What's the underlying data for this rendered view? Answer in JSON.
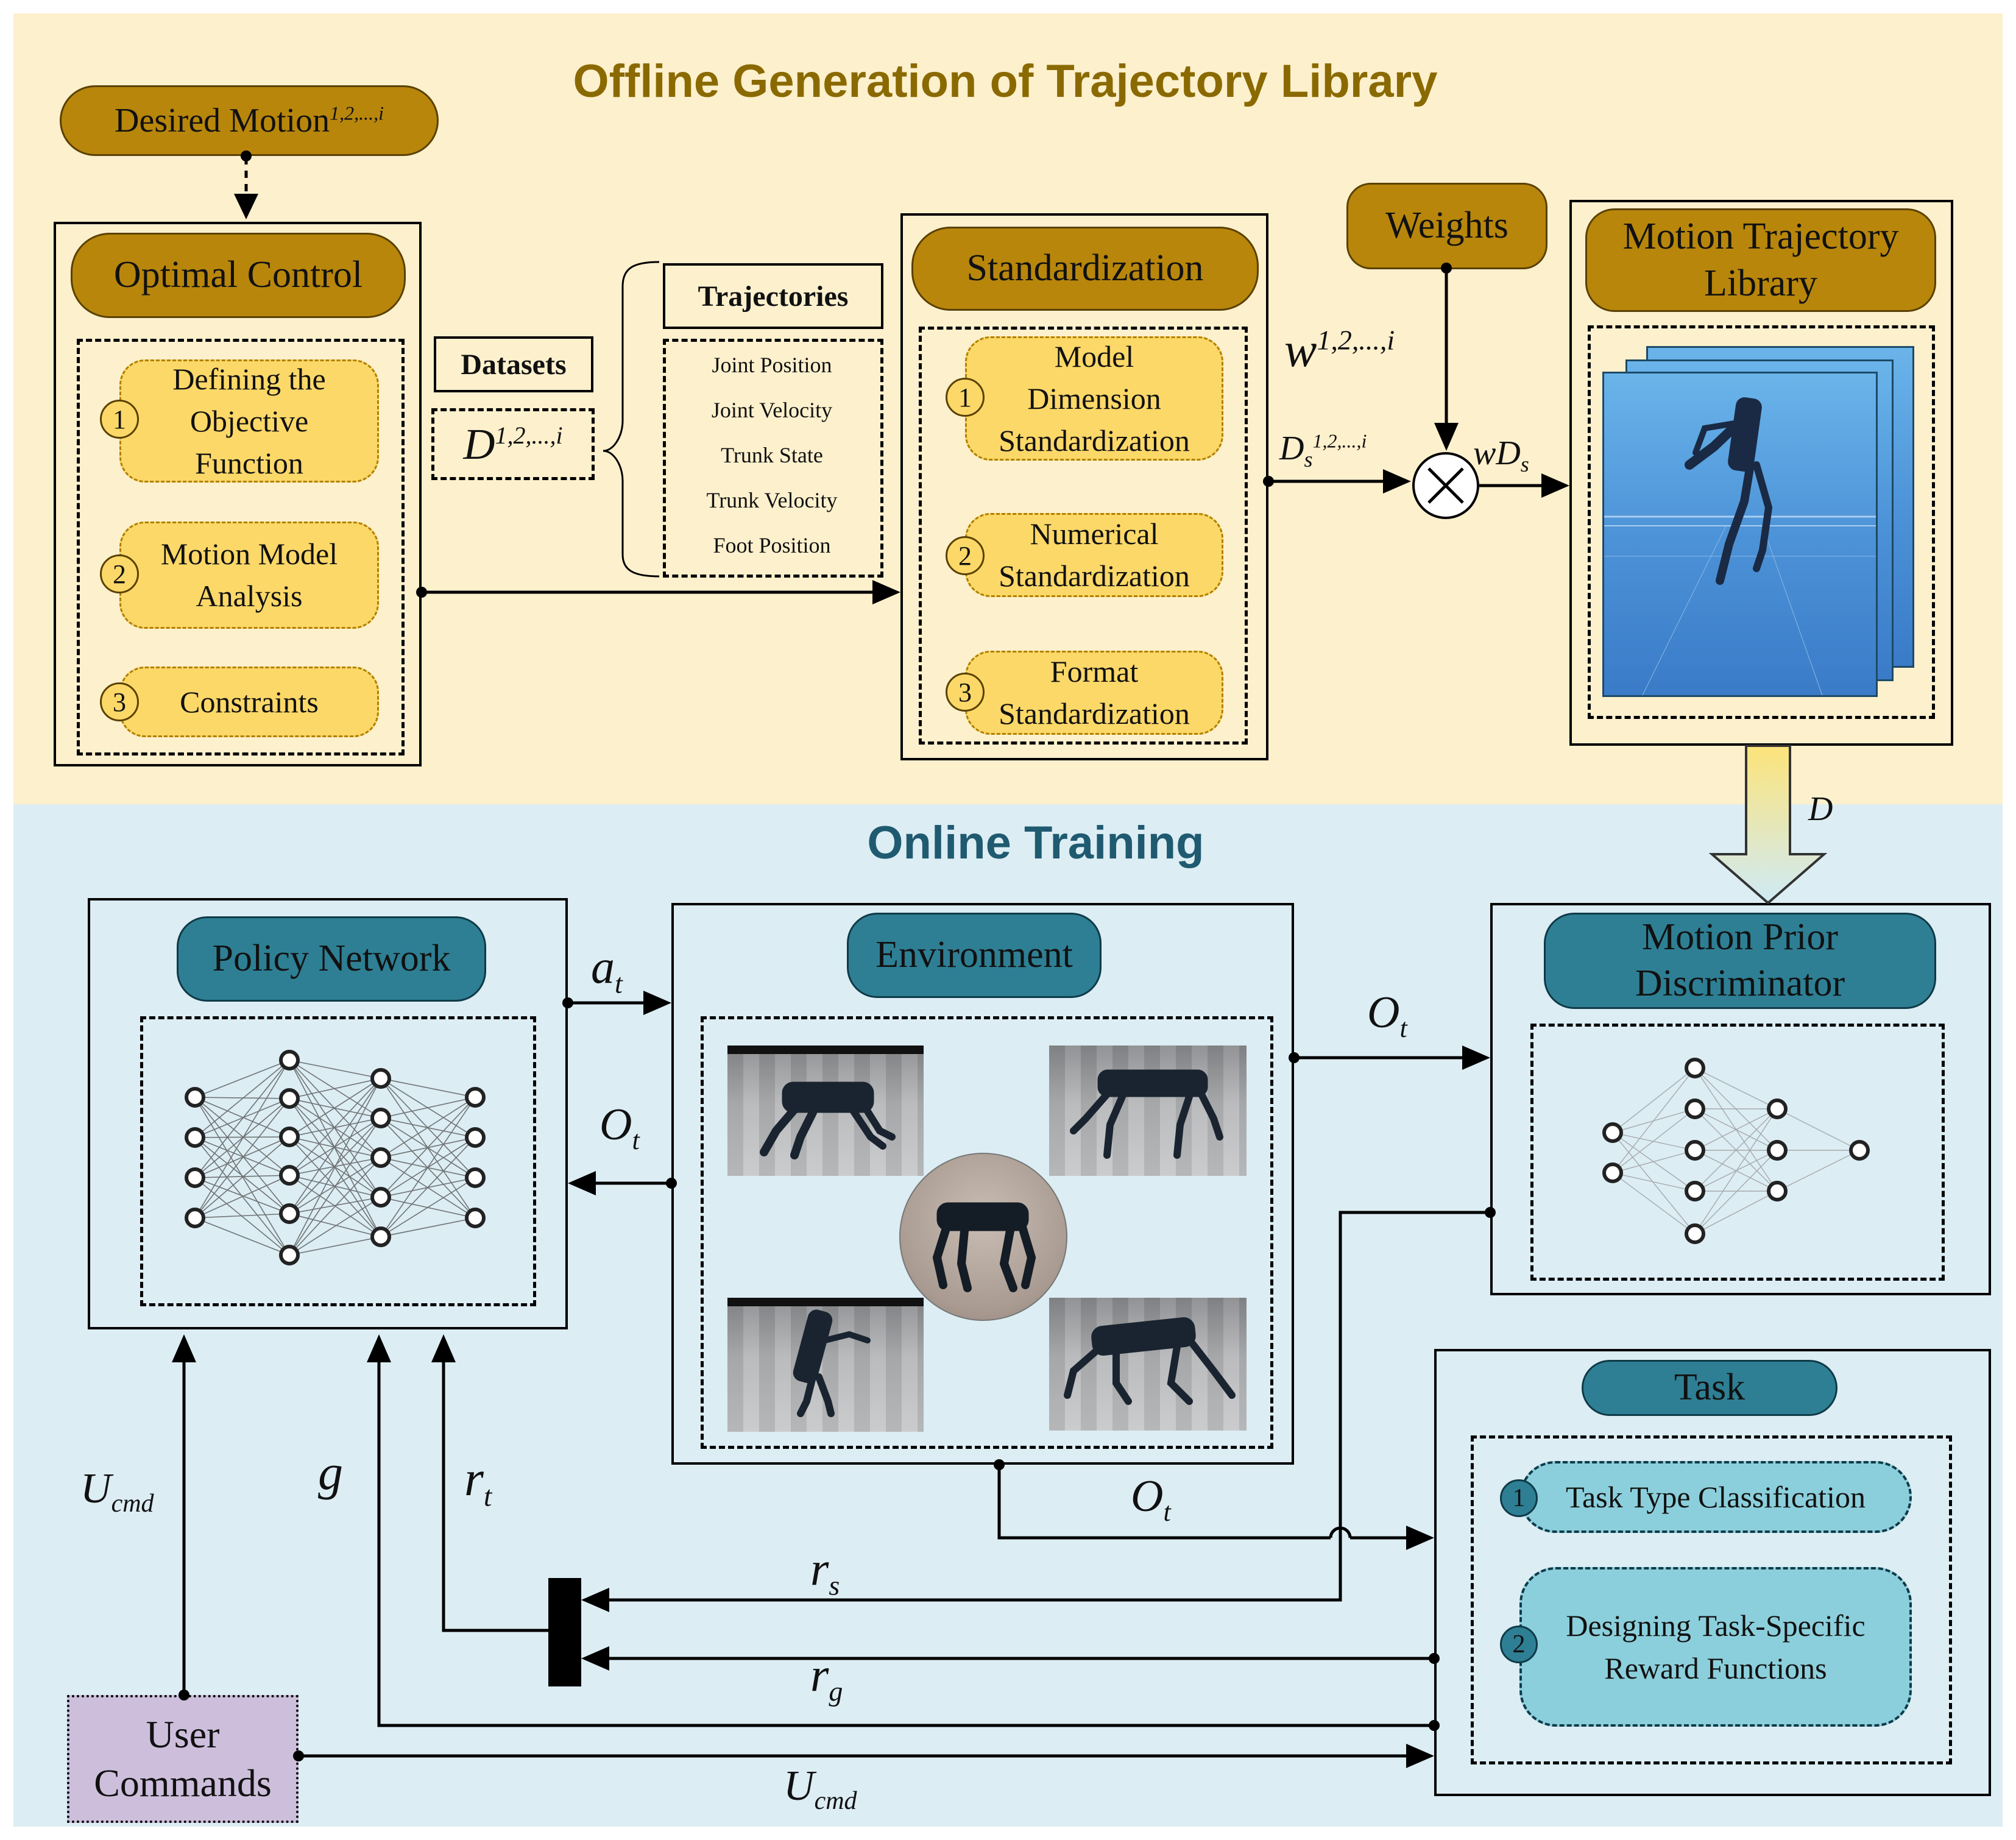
{
  "top_section": {
    "title": "Offline Generation of Trajectory Library",
    "desired_motion": {
      "label": "Desired Motion",
      "sup": "1,2,...,i"
    },
    "optimal_control": {
      "title": "Optimal Control",
      "items": [
        {
          "num": "1",
          "label": "Defining the Objective Function"
        },
        {
          "num": "2",
          "label": "Motion Model Analysis"
        },
        {
          "num": "3",
          "label": "Constraints"
        }
      ]
    },
    "datasets": {
      "label": "Datasets",
      "symbol": "D",
      "sup": "1,2,...,i"
    },
    "trajectories": {
      "title": "Trajectories",
      "items": [
        "Joint Position",
        "Joint Velocity",
        "Trunk State",
        "Trunk Velocity",
        "Foot Position"
      ]
    },
    "standardization": {
      "title": "Standardization",
      "items": [
        {
          "num": "1",
          "label": "Model Dimension Standardization"
        },
        {
          "num": "2",
          "label": "Numerical Standardization"
        },
        {
          "num": "3",
          "label": "Format Standardization"
        }
      ]
    },
    "weights": {
      "label": "Weights",
      "symbol": "w",
      "sup": "1,2,...,i"
    },
    "ds_label": {
      "symbol": "D",
      "sub": "s",
      "sup": "1,2,...,i"
    },
    "wds_label": {
      "symbol": "wD",
      "sub": "s"
    },
    "multiply_symbol": "⊗",
    "library": {
      "title": "Motion Trajectory Library"
    },
    "d_arrow_label": "D"
  },
  "bottom_section": {
    "title": "Online Training",
    "policy_network": {
      "title": "Policy Network"
    },
    "environment": {
      "title": "Environment"
    },
    "discriminator": {
      "title": "Motion Prior Discriminator"
    },
    "task": {
      "title": "Task",
      "items": [
        {
          "num": "1",
          "label": "Task Type Classification"
        },
        {
          "num": "2",
          "label": "Designing Task-Specific Reward Functions"
        }
      ]
    },
    "user_commands": {
      "label": "User Commands"
    },
    "signals": {
      "a_t": {
        "symbol": "a",
        "sub": "t"
      },
      "o_t": {
        "symbol": "O",
        "sub": "t"
      },
      "r_t": {
        "symbol": "r",
        "sub": "t"
      },
      "r_s": {
        "symbol": "r",
        "sub": "s"
      },
      "r_g": {
        "symbol": "r",
        "sub": "g"
      },
      "g": {
        "symbol": "g"
      },
      "u_cmd": {
        "symbol": "U",
        "sub": "cmd"
      }
    }
  },
  "colors": {
    "top_bg": "#fdf0cd",
    "bottom_bg": "#dcedf4",
    "gold": "#b8860b",
    "yellow": "#fcd868",
    "teal": "#2e7f94",
    "light_teal": "#8ccfdc",
    "lavender": "#cdbfdc",
    "top_title": "#8a6a00",
    "bottom_title": "#1f5a70"
  }
}
